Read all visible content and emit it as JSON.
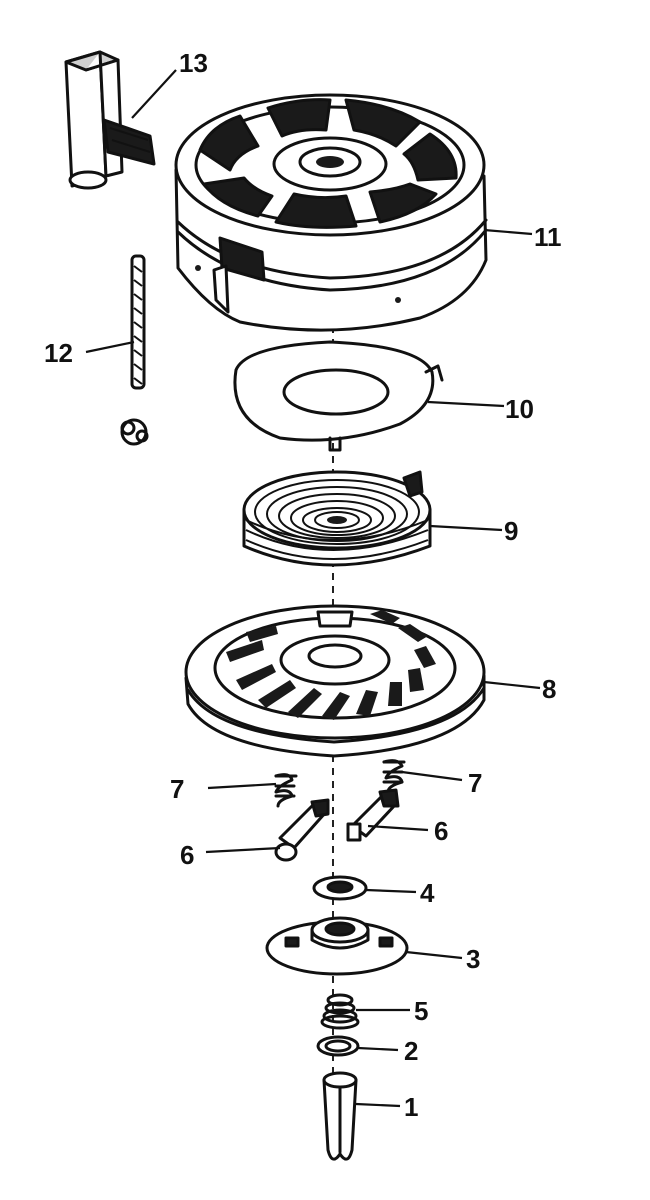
{
  "diagram": {
    "type": "exploded-parts-view",
    "parts": [
      {
        "id": "part-1",
        "label": "1"
      },
      {
        "id": "part-2",
        "label": "2"
      },
      {
        "id": "part-3",
        "label": "3"
      },
      {
        "id": "part-4",
        "label": "4"
      },
      {
        "id": "part-5",
        "label": "5"
      },
      {
        "id": "part-6a",
        "label": "6"
      },
      {
        "id": "part-6b",
        "label": "6"
      },
      {
        "id": "part-7a",
        "label": "7"
      },
      {
        "id": "part-7b",
        "label": "7"
      },
      {
        "id": "part-8",
        "label": "8"
      },
      {
        "id": "part-9",
        "label": "9"
      },
      {
        "id": "part-10",
        "label": "10"
      },
      {
        "id": "part-11",
        "label": "11"
      },
      {
        "id": "part-12",
        "label": "12"
      },
      {
        "id": "part-13",
        "label": "13"
      }
    ]
  }
}
